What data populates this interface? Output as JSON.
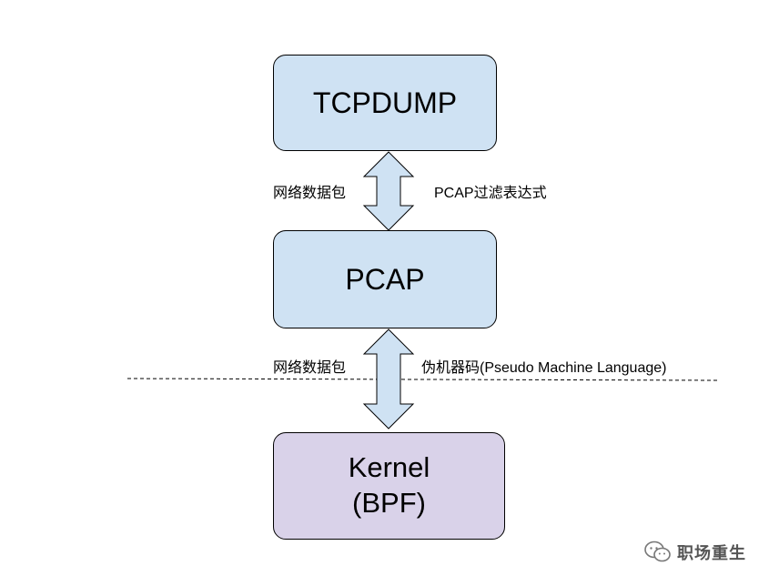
{
  "colors": {
    "top_box_fill": "#cfe2f3",
    "kernel_box_fill": "#d9d2e9",
    "arrow_fill": "#cfe2f3",
    "outline": "#000000"
  },
  "boxes": {
    "tcpdump": {
      "line1": "TCPDUMP"
    },
    "pcap": {
      "line1": "PCAP"
    },
    "kernel": {
      "line1": "Kernel",
      "line2": "(BPF)"
    }
  },
  "labels": {
    "packet_1": "网络数据包",
    "filter_expression": "PCAP过滤表达式",
    "packet_2": "网络数据包",
    "pseudo_machine_code": "伪机器码(Pseudo Machine Language)"
  },
  "watermark": {
    "icon": "wechat-icon",
    "text": "职场重生"
  }
}
